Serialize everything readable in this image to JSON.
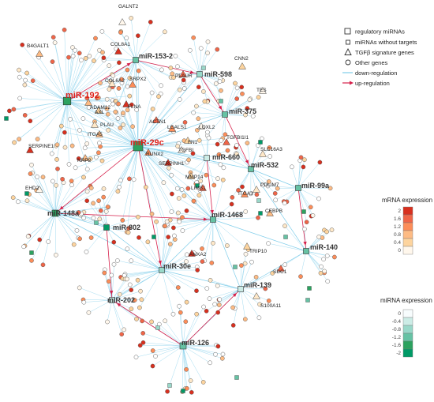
{
  "legend": {
    "regulatory_mirnas": "regulatory miRNAs",
    "mirnas_without_targets": "miRNAs without targets",
    "tgfb_signature_genes": "TGFβ signature genes",
    "other_genes": "Other genes",
    "down_regulation": "down-regulation",
    "up_regulation": "up-regulation"
  },
  "mrna_scale": {
    "title": "mRNA expression",
    "ticks": [
      "2",
      "1.6",
      "1.2",
      "0.8",
      "0.4",
      "0"
    ],
    "colors": [
      "#d7301f",
      "#ef6548",
      "#fc8d59",
      "#fdbb84",
      "#fdd49e",
      "#fff7ec"
    ]
  },
  "mirna_scale": {
    "title": "miRNA expression",
    "ticks": [
      "0",
      "-0.4",
      "-0.8",
      "-1.2",
      "-1.6",
      "-2"
    ],
    "colors": [
      "#f7fcfd",
      "#ccece6",
      "#99d8c9",
      "#66c2a4",
      "#2ca25f",
      "#009a66"
    ]
  },
  "colors": {
    "down_edge": "#7fcdea",
    "up_edge": "#d6204b",
    "highlight_text": "#e0231c"
  },
  "mirnas": [
    {
      "id": "mir-192",
      "label": "miR-192",
      "highlight": true
    },
    {
      "id": "mir-153-2",
      "label": "miR-153-2",
      "highlight": false
    },
    {
      "id": "mir-598",
      "label": "miR-598",
      "highlight": false
    },
    {
      "id": "mir-375",
      "label": "miR-375",
      "highlight": false
    },
    {
      "id": "mir-29c",
      "label": "miR-29c",
      "highlight": true
    },
    {
      "id": "mir-660",
      "label": "miR-660",
      "highlight": false
    },
    {
      "id": "mir-532",
      "label": "miR-532",
      "highlight": false
    },
    {
      "id": "mir-99a",
      "label": "miR-99a",
      "highlight": false
    },
    {
      "id": "mir-148a",
      "label": "miR-148a",
      "highlight": false
    },
    {
      "id": "mir-802",
      "label": "miR-802",
      "highlight": false
    },
    {
      "id": "mir-1468",
      "label": "miR-1468",
      "highlight": false
    },
    {
      "id": "mir-140",
      "label": "miR-140",
      "highlight": false
    },
    {
      "id": "mir-30e",
      "label": "miR-30e",
      "highlight": false
    },
    {
      "id": "mir-139",
      "label": "miR-139",
      "highlight": false
    },
    {
      "id": "mir-202",
      "label": "miR-202",
      "highlight": false
    },
    {
      "id": "mir-126",
      "label": "miR-126",
      "highlight": false
    }
  ],
  "genes": [
    "GALNT2",
    "B4GALT1",
    "COL8A1",
    "CNN2",
    "PLAUR",
    "COL6A2",
    "SRPX2",
    "TES",
    "ADAM12",
    "FLNA",
    "AXL",
    "ACTN1",
    "PLAU",
    "LGALS1",
    "LOXL2",
    "ITGA5",
    "SERPINE1",
    "FN1",
    "TGFBI1I1",
    "SLC16A3",
    "RUNX2",
    "TGFBI",
    "NRP2",
    "SERPINH1",
    "MMP14",
    "LIMS1",
    "PDLIM7",
    "ITGA3",
    "EHD2",
    "CEBPB",
    "ANXA2",
    "TRIP10",
    "SDC1",
    "S100A11"
  ]
}
